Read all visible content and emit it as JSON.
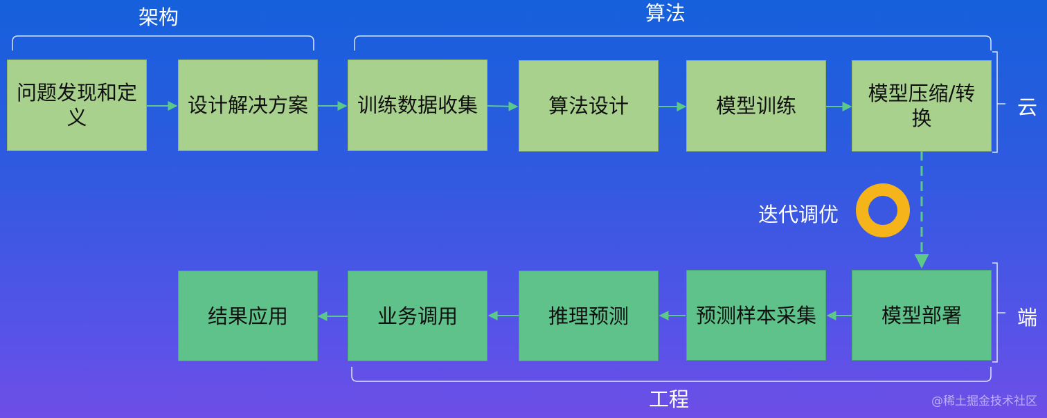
{
  "section_labels": {
    "architecture": "架构",
    "algorithm": "算法",
    "engineering": "工程",
    "cloud": "云",
    "edge": "端"
  },
  "iteration_label": "迭代调优",
  "top_steps": [
    "问题发现和定义",
    "设计解决方案",
    "训练数据收集",
    "算法设计",
    "模型训练",
    "模型压缩/转换"
  ],
  "bottom_steps": [
    "结果应用",
    "业务调用",
    "推理预测",
    "预测样本采集",
    "模型部署"
  ],
  "watermark": "@稀土掘金技术社区",
  "colors": {
    "top_box": "#a9d18e",
    "bottom_box": "#5ec28a",
    "connector": "#5cc98a",
    "ring": "#f4b41a"
  }
}
